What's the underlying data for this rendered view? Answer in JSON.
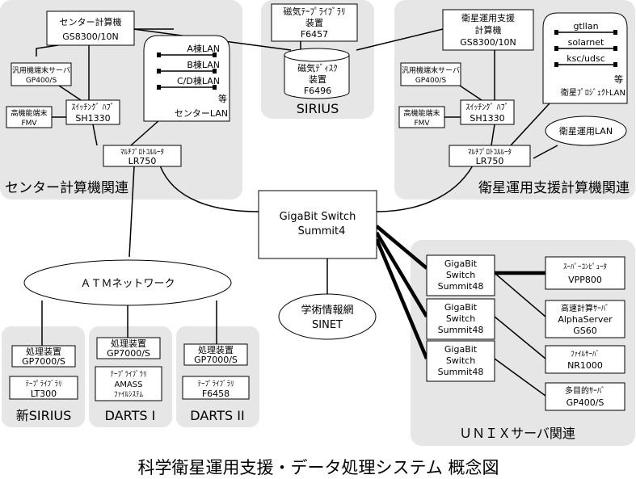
{
  "title": "科学衛星運用支援・データ処理システム 概念図",
  "regions": {
    "center": "センター計算機関連",
    "sirius": "SIRIUS",
    "support": "衛星運用支援計算機関連",
    "unix": "ＵＮＩＸサーバ関連"
  },
  "center": {
    "computer": [
      "センター計算機",
      "GS8300/10N"
    ],
    "terminal_server": [
      "汎用機端末サーバ",
      "GP400/S"
    ],
    "hub": [
      "ｽｲｯﾁﾝｸﾞ ﾊﾌﾞ",
      "SH1330"
    ],
    "fmv": [
      "高機能端末",
      "FMV"
    ],
    "lan_items": [
      "A棟LAN",
      "B棟LAN",
      "C/D棟LAN"
    ],
    "lan_eq": "等",
    "lan_name": "センターLAN",
    "router": [
      "ﾏﾙﾁﾌﾟﾛﾄｺﾙﾙｰﾀ",
      "LR750"
    ]
  },
  "sirius": {
    "tape": [
      "磁気ﾃｰﾌﾟﾗｲﾌﾞﾗﾘ",
      "装置",
      "F6457"
    ],
    "disk": [
      "磁気ﾃﾞｨｽｸ",
      "装置",
      "F6496"
    ]
  },
  "support": {
    "computer": [
      "衛星運用支援",
      "計算機",
      "GS8300/10N"
    ],
    "terminal_server": [
      "汎用機端末サーバ",
      "GP400/S"
    ],
    "hub": [
      "ｽｲｯﾁﾝｸﾞ ﾊﾌﾞ",
      "SH1330"
    ],
    "fmv": [
      "高機能端末",
      "FMV"
    ],
    "lan_items": [
      "gtllan",
      "solarnet",
      "ksc/udsc"
    ],
    "lan_eq": "等",
    "lan_name": "衛星ﾌﾟﾛｼﾞｪｸﾄLAN",
    "ops_lan": "衛星運用LAN",
    "router": [
      "ﾏﾙﾁﾌﾟﾛﾄｺﾙﾙｰﾀ",
      "LR750"
    ]
  },
  "gigabit": [
    "GigaBit Switch",
    "Summit4"
  ],
  "atm": "ＡＴＭネットワーク",
  "sinet": [
    "学術情報網",
    "SINET"
  ],
  "sites": [
    {
      "processor": [
        "処理装置",
        "GP7000/S"
      ],
      "library": [
        "ﾃｰﾌﾟﾗｲﾌﾞﾗﾘ",
        "LT300"
      ],
      "name": "新SIRIUS"
    },
    {
      "processor": [
        "処理装置",
        "GP7000/S"
      ],
      "library": [
        "ﾃｰﾌﾟﾗｲﾌﾞﾗﾘ",
        "AMASS",
        "ﾌｧｲﾙｼｽﾃﾑ"
      ],
      "name": "DARTS I"
    },
    {
      "processor": [
        "処理装置",
        "GP7000/S"
      ],
      "library": [
        "ﾃｰﾌﾟﾗｲﾌﾞﾗﾘ",
        "F6458"
      ],
      "name": "DARTS II"
    }
  ],
  "unix": {
    "switches": [
      [
        "GigaBit",
        "Switch",
        "Summit48"
      ],
      [
        "GigaBit",
        "Switch",
        "Summit48"
      ],
      [
        "GigaBit",
        "Switch",
        "Summit48"
      ]
    ],
    "servers": [
      [
        "ｽｰﾊﾟｰｺﾝﾋﾟｭｰﾀ",
        "VPP800"
      ],
      [
        "高速計算ｻｰﾊﾞ",
        "AlphaServer",
        "GS60"
      ],
      [
        "ﾌｧｲﾙｻｰﾊﾞ",
        "NR1000"
      ],
      [
        "多目的ｻｰﾊﾞ",
        "GP400/S"
      ]
    ]
  }
}
